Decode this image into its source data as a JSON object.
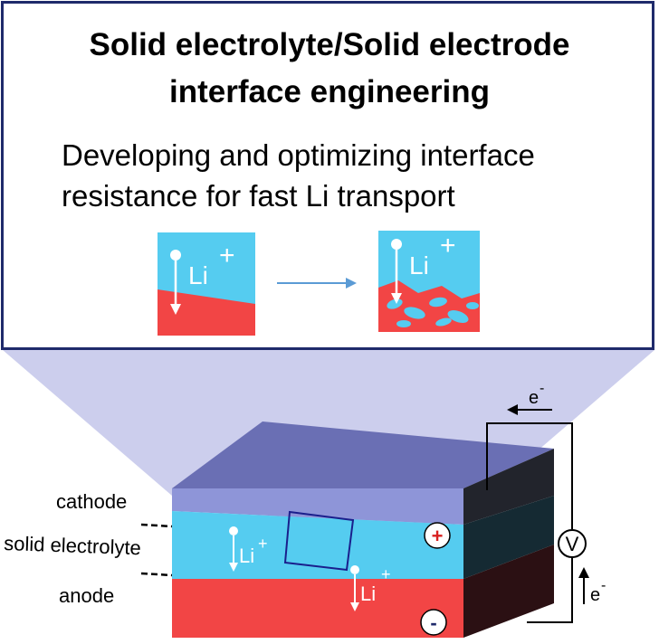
{
  "callout": {
    "title_line1": "Solid electrolyte/Solid electrode",
    "title_line2": "interface engineering",
    "subtitle_line1": "Developing and optimizing interface",
    "subtitle_line2": "resistance for fast Li transport",
    "ion_label": "Li",
    "ion_charge": "+"
  },
  "diagram": {
    "labels": {
      "cathode": "cathode",
      "solid_electrolyte": "solid electrolyte",
      "anode": "anode"
    },
    "ion_label": "Li",
    "ion_charge": "+",
    "positive_terminal": "+",
    "negative_terminal": "-",
    "electron_top": "e",
    "electron_bottom": "e",
    "electron_superscript": "-",
    "voltmeter": "V"
  },
  "colors": {
    "electrolyte": "#55ccf0",
    "cathode_layer": "#8e95d8",
    "anode_layer": "#f24545",
    "frame": "#1f2a6b",
    "arrow": "#5b9bd5"
  }
}
